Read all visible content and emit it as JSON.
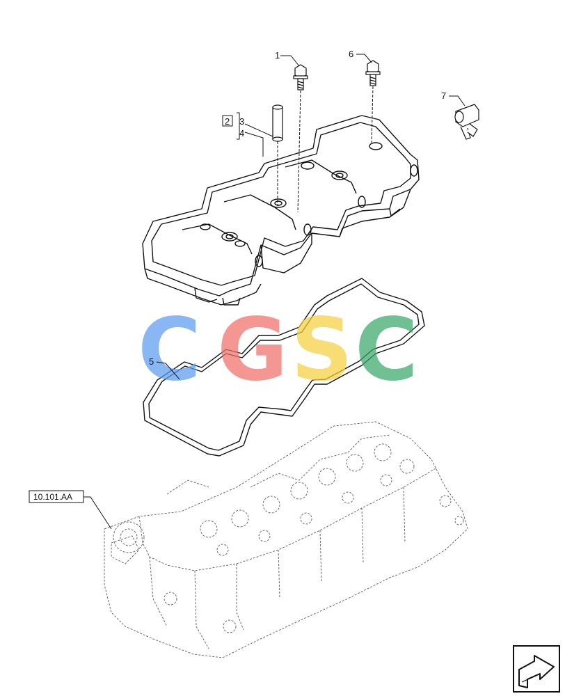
{
  "callouts": {
    "item1": "1",
    "item2": "2",
    "item3": "3",
    "item4": "4",
    "item5": "5",
    "item6": "6",
    "item7": "7"
  },
  "reference": {
    "label": "10.101.AA"
  },
  "watermark": {
    "letters": [
      "C",
      "G",
      "S",
      "C"
    ],
    "colors": [
      "#5b9cf0",
      "#f06f68",
      "#f6cf3f",
      "#3aa86b"
    ]
  },
  "nav": {
    "icon": "next-arrow-icon"
  },
  "colors": {
    "line": "#111111",
    "hidden_line": "#6a6a6a"
  }
}
